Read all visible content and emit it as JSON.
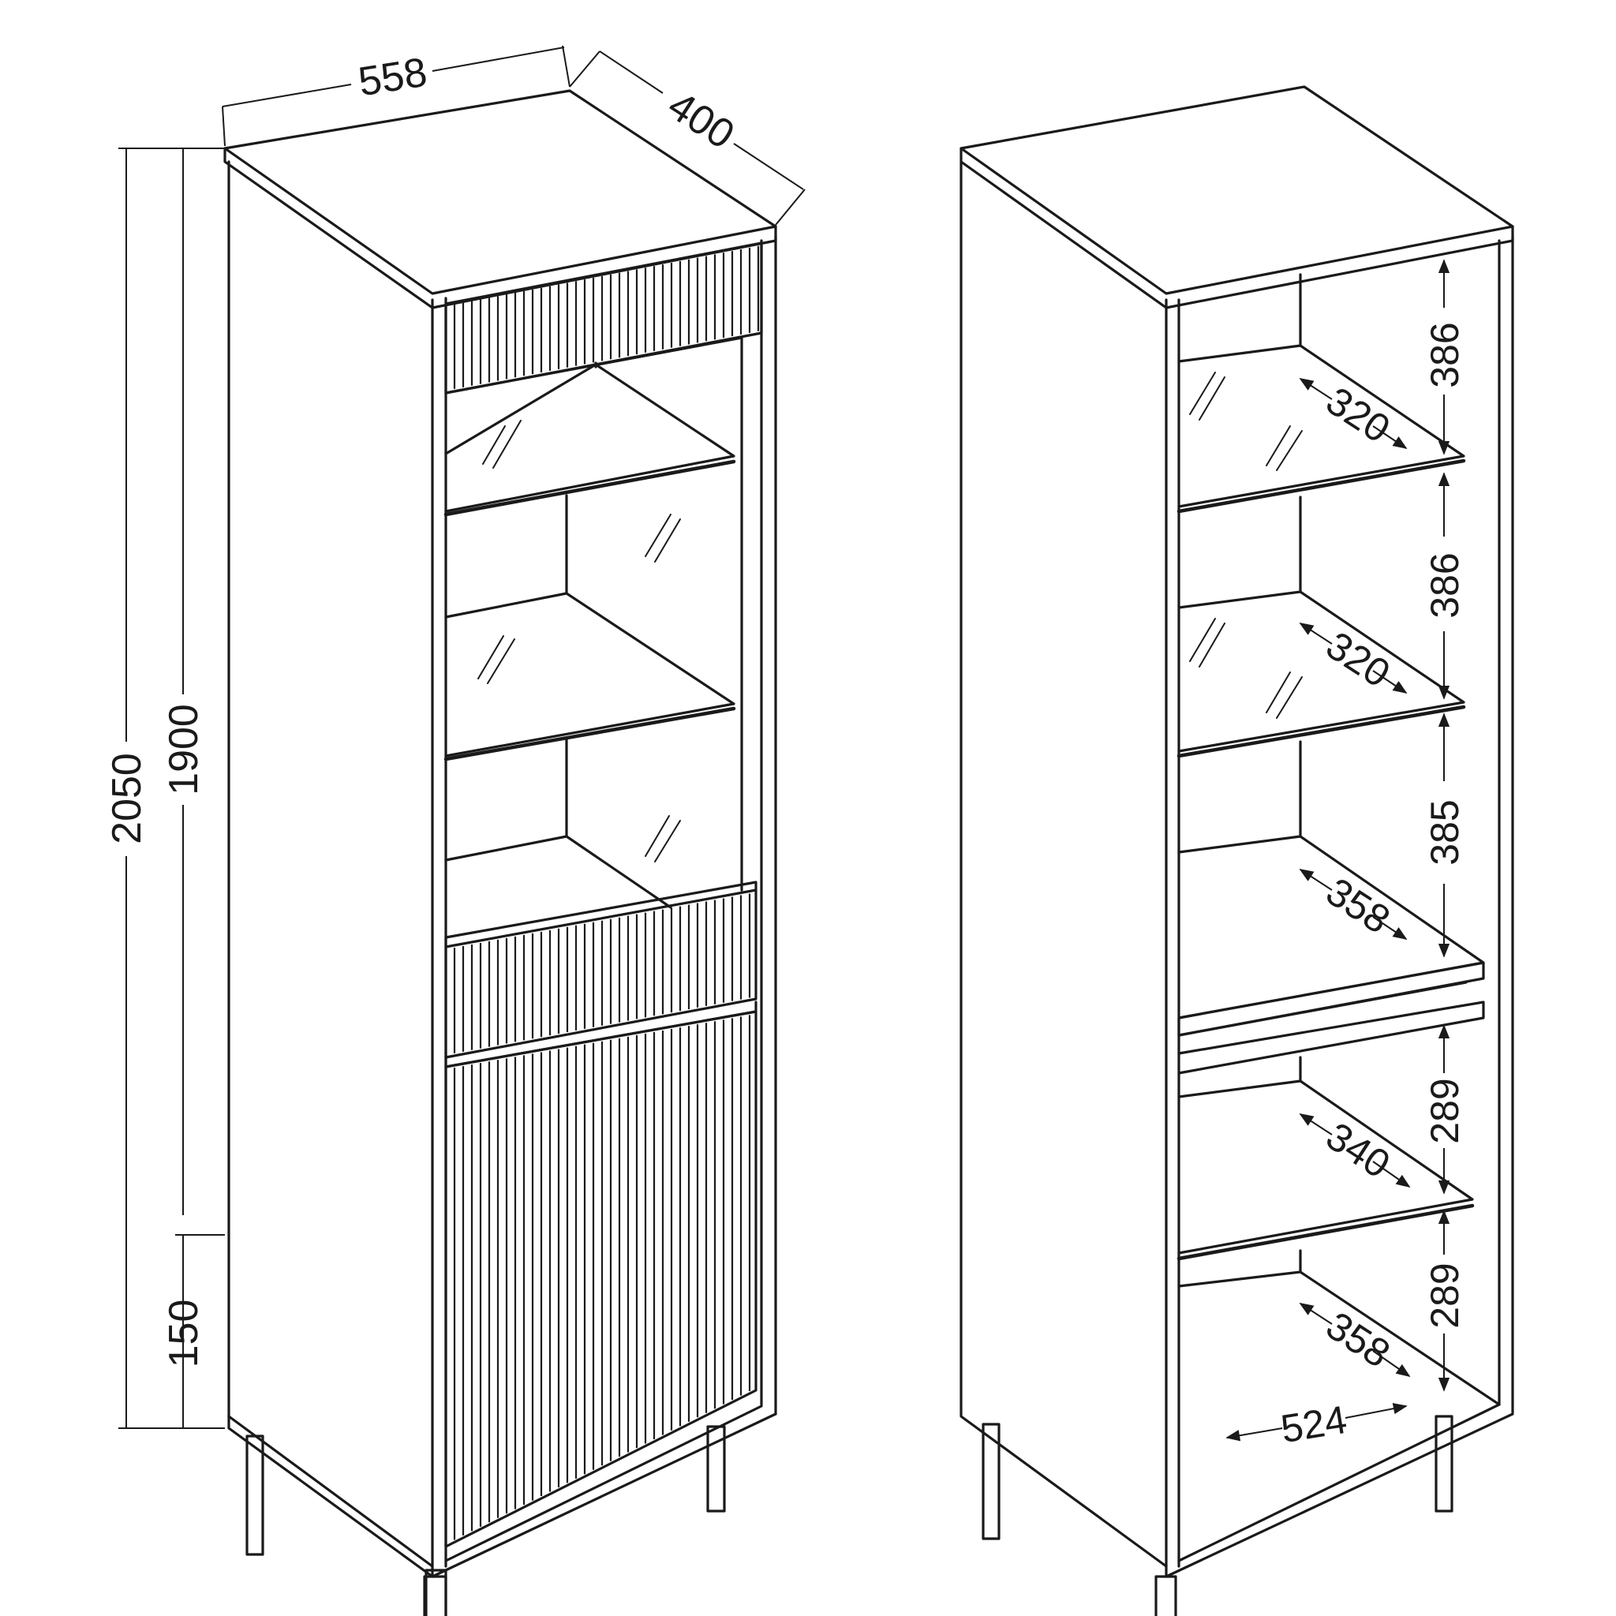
{
  "left_view": {
    "width_label": "558",
    "depth_label": "400",
    "height_total_label": "2050",
    "height_body_label": "1900",
    "leg_height_label": "150"
  },
  "right_view": {
    "compartment_heights": [
      "386",
      "386",
      "385",
      "289",
      "289"
    ],
    "shelf_depths": [
      "320",
      "320",
      "358",
      "340",
      "358"
    ],
    "inner_width_label": "524"
  }
}
